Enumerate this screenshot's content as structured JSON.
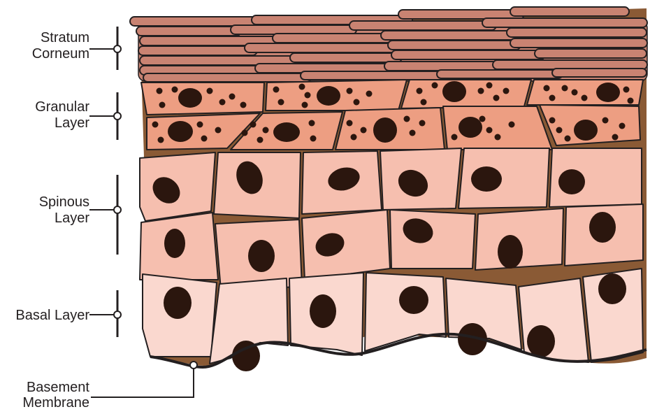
{
  "labels": {
    "stratum_corneum": [
      "Stratum",
      "Corneum"
    ],
    "granular_layer": [
      "Granular",
      "Layer"
    ],
    "spinous_layer": [
      "Spinous",
      "Layer"
    ],
    "basal_layer": [
      "Basal Layer"
    ],
    "basement_membrane": [
      "Basement",
      "Membrane"
    ]
  },
  "colors": {
    "corneum": "#c98372",
    "granular": "#ed9e82",
    "spinous": "#f6bfaf",
    "basal": "#fad8cf",
    "nucleus": "#2b160e",
    "intercellular": "#8a5a35",
    "outline": "#231f20"
  }
}
